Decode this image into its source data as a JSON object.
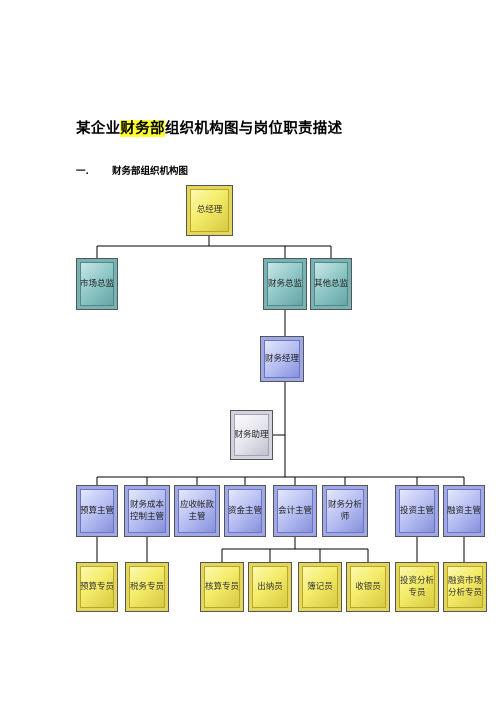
{
  "document": {
    "title_prefix": "某企业",
    "title_highlight": "财务部",
    "title_suffix": "组织机构图与岗位职责描述",
    "section_number": "一.",
    "section_title": "财务部组织机构图"
  },
  "org_chart": {
    "general_manager": "总经理",
    "market_director": "市场总监",
    "finance_director": "财务总监",
    "other_director": "其他总监",
    "finance_manager": "财务经理",
    "finance_assistant": "财务助理",
    "supervisors": {
      "budget": "预算主管",
      "cost_control": "财务成本控制主管",
      "receivables": "应收帐款主管",
      "funds": "资金主管",
      "accounting": "会计主管",
      "analyst": "财务分析师",
      "investment": "投资主管",
      "financing": "融资主管"
    },
    "staff": {
      "budget_clerk": "预算专员",
      "tax_clerk": "税务专员",
      "verification_clerk": "核算专员",
      "cashier": "出纳员",
      "bookkeeper": "簿记员",
      "receiving_clerk": "收银员",
      "investment_analyst": "投资分析专员",
      "financing_analyst": "融资市场分析专员"
    }
  }
}
